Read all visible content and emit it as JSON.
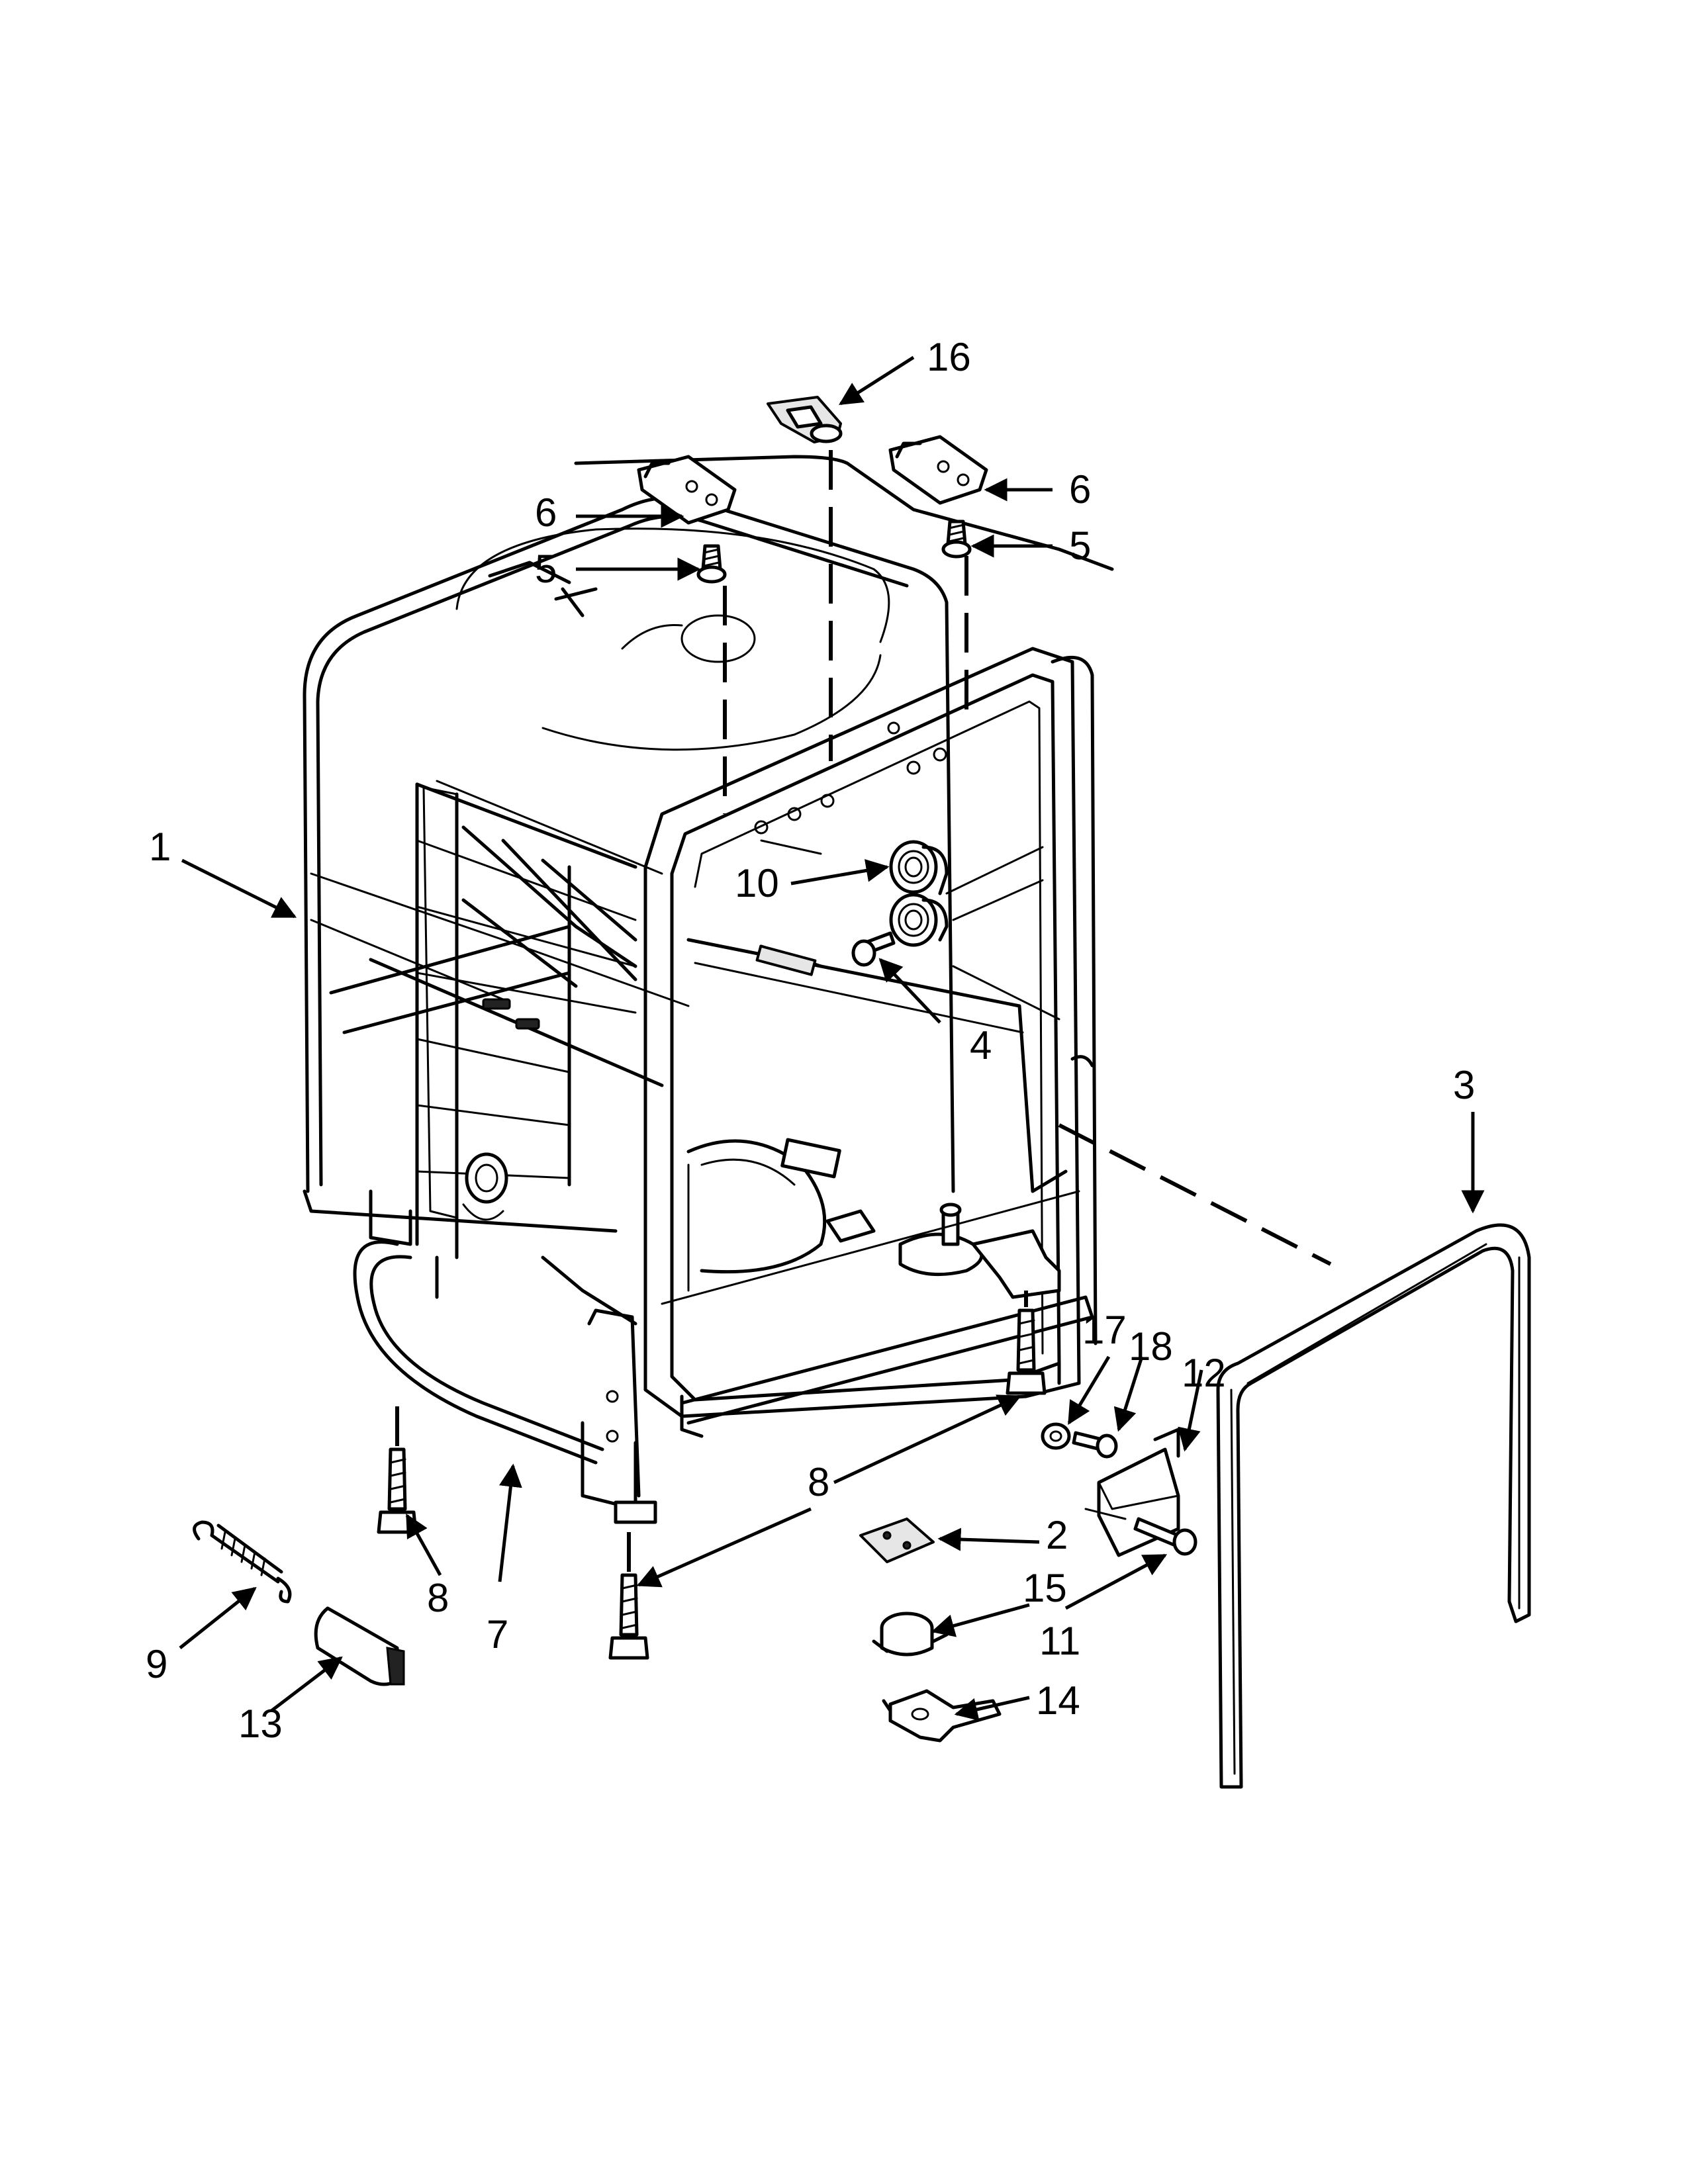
{
  "callouts": {
    "c1": "1",
    "c2": "2",
    "c3": "3",
    "c4": "4",
    "c5a": "5",
    "c5b": "5",
    "c6a": "6",
    "c6b": "6",
    "c7": "7",
    "c8a": "8",
    "c8b": "8",
    "c9": "9",
    "c10": "10",
    "c11": "11",
    "c12": "12",
    "c13": "13",
    "c14": "14",
    "c15": "15",
    "c16": "16",
    "c17": "17",
    "c18": "18"
  }
}
